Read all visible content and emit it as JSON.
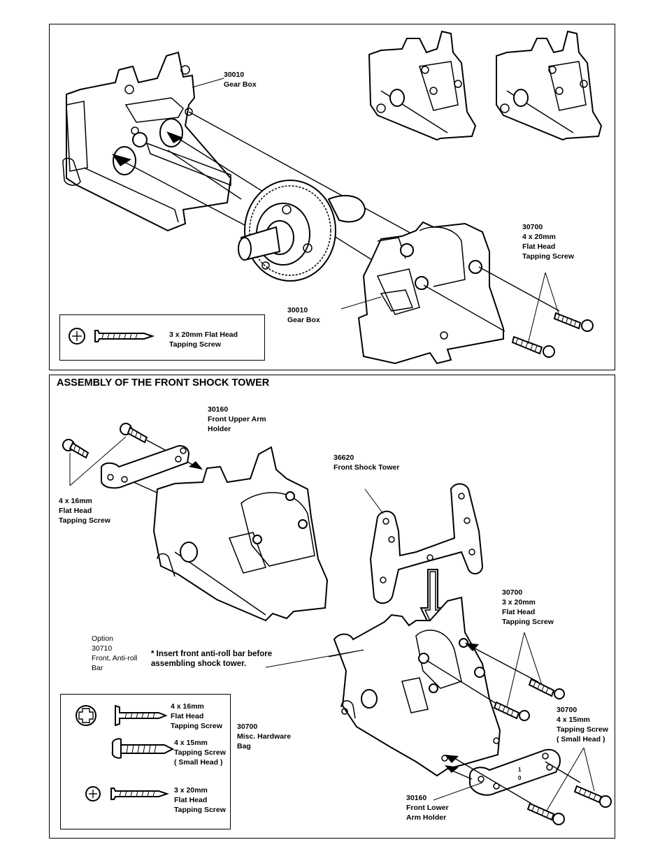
{
  "top_section": {
    "labels": {
      "gearbox_rear_1": "30010\nGear Box",
      "gearbox_front_1": "30010\nGear Box",
      "screw_4x20": "30700\n4 x 20mm\nFlat Head\nTapping Screw"
    },
    "legend": {
      "screw_text": "3 x 20mm  Flat Head\n              Tapping Screw"
    }
  },
  "bottom_section": {
    "title": "ASSEMBLY OF THE FRONT SHOCK TOWER",
    "labels": {
      "upper_arm_holder": "30160\nFront Upper Arm\nHolder",
      "shock_tower": "36620\nFront Shock Tower",
      "screw_4x16": "4 x 16mm\nFlat Head\nTapping Screw",
      "screw_3x20": "30700\n3 x 20mm\nFlat Head\nTapping Screw",
      "option_antiroll": "Option\n30710\nFront, Anti-roll\nBar",
      "note": "* Insert front anti-roll bar  before\n   assembling shock  tower.",
      "hardware_bag": "30700\nMisc. Hardware\nBag",
      "screw_4x15": "30700\n4 x 15mm\nTapping Screw\n( Small Head )",
      "lower_arm_holder": "30160\nFront Lower\nArm Holder",
      "holder_marking": "1\n0"
    },
    "legend": {
      "item1": "4 x 16mm\nFlat Head\nTapping Screw",
      "item2": "4 x 15mm\nTapping Screw\n ( Small Head )",
      "item3": "3 x 20mm\n Flat Head\nTapping Screw"
    }
  }
}
